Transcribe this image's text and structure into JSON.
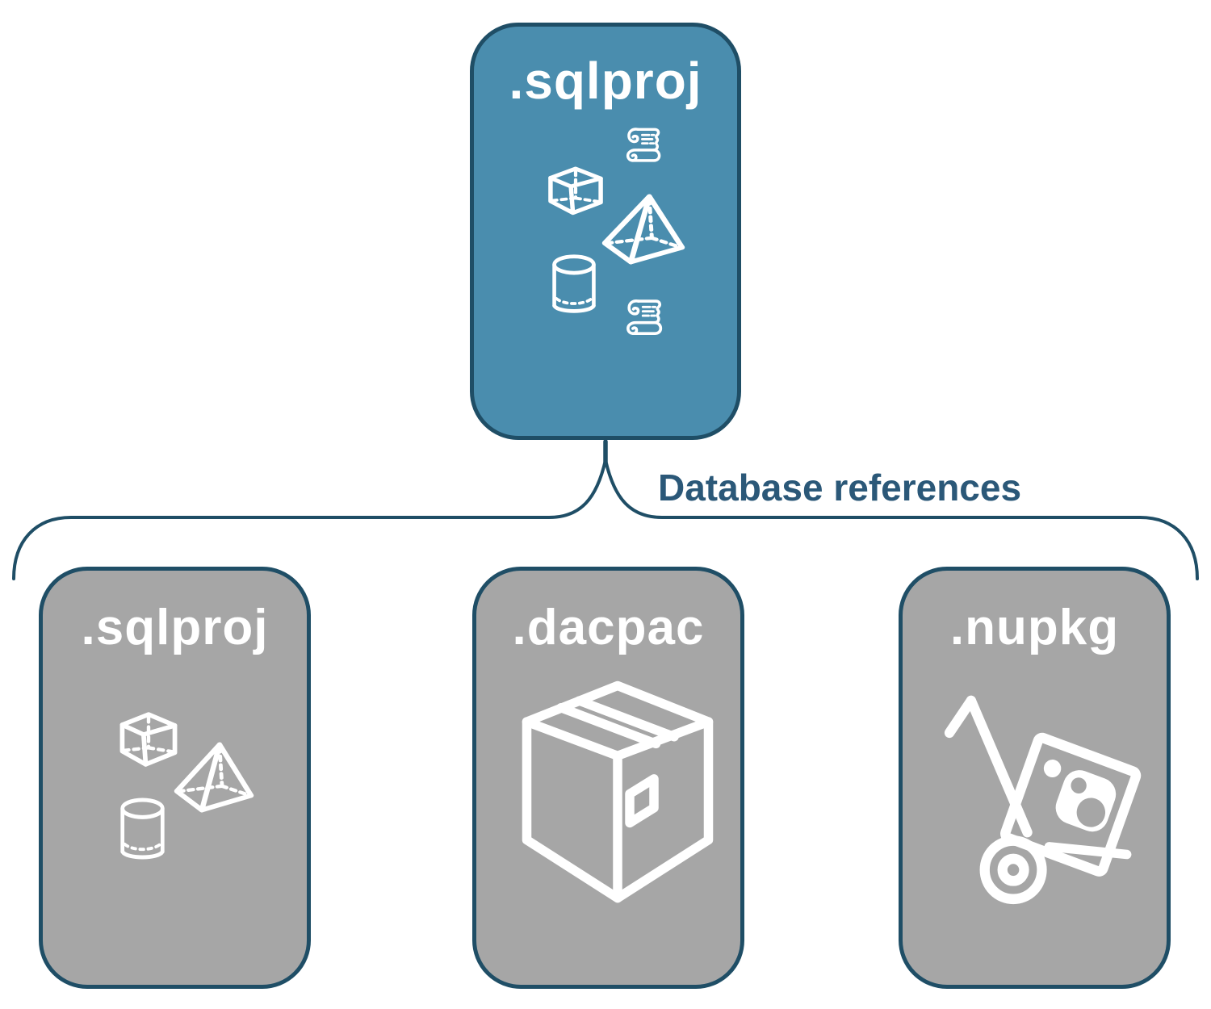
{
  "diagram": {
    "root_box": {
      "label": ".sqlproj",
      "icons": [
        "sql-script-icon",
        "cube-icon",
        "pyramid-icon",
        "database-cylinder-icon",
        "sql-script-icon"
      ]
    },
    "connector": {
      "label": "Database references"
    },
    "child_boxes": [
      {
        "id": "sqlproj",
        "label": ".sqlproj",
        "icons": [
          "cube-icon",
          "pyramid-icon",
          "database-cylinder-icon"
        ]
      },
      {
        "id": "dacpac",
        "label": ".dacpac",
        "icons": [
          "package-box-icon"
        ]
      },
      {
        "id": "nupkg",
        "label": ".nupkg",
        "icons": [
          "hand-truck-nuget-icon"
        ]
      }
    ],
    "colors": {
      "root_fill": "#4A8DAE",
      "child_fill": "#A6A6A6",
      "outline": "#1F4E66",
      "box_label": "#FFFFFF",
      "connector_label": "#2B5878",
      "icon_stroke": "#FFFFFF",
      "canvas_bg": "#FFFFFF"
    }
  }
}
